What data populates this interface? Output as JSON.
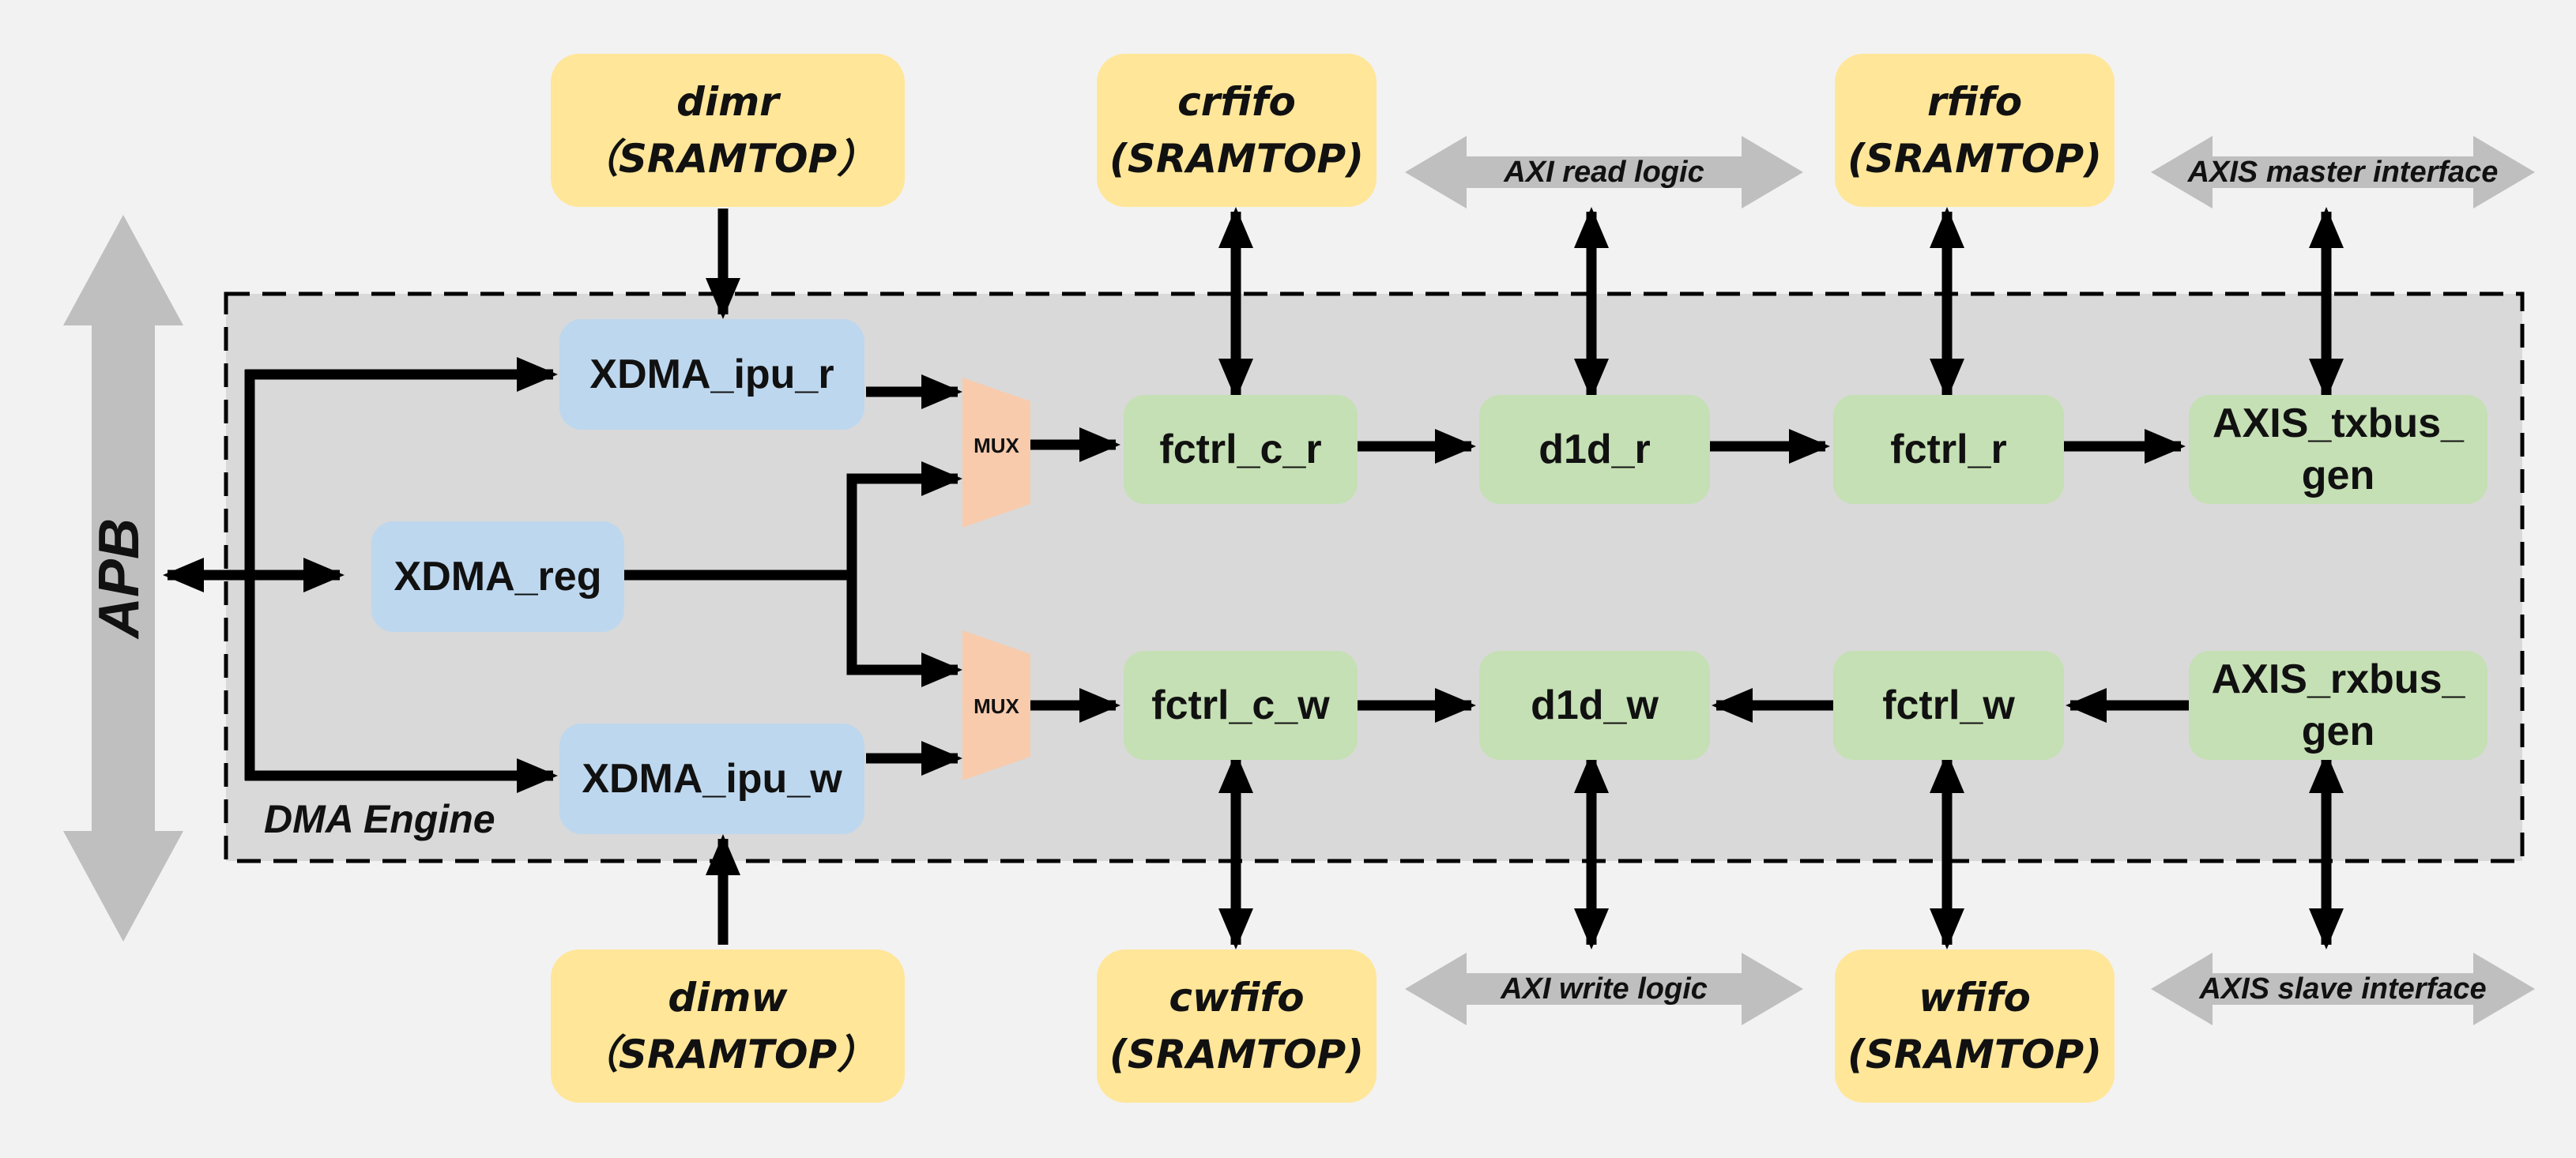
{
  "diagram": {
    "group_label": "DMA Engine",
    "apb_label": "APB",
    "mux_label": "MUX",
    "memories": {
      "dimr": {
        "name": "dimr",
        "sub": "（SRAMTOP）"
      },
      "dimw": {
        "name": "dimw",
        "sub": "（SRAMTOP）"
      },
      "crfifo": {
        "name": "crfifo",
        "sub": "(SRAMTOP)"
      },
      "cwfifo": {
        "name": "cwfifo",
        "sub": "(SRAMTOP)"
      },
      "rfifo": {
        "name": "rfifo",
        "sub": "(SRAMTOP)"
      },
      "wfifo": {
        "name": "wfifo",
        "sub": "(SRAMTOP)"
      }
    },
    "modules": {
      "xdma_ipu_r": "XDMA_ipu_r",
      "xdma_reg": "XDMA_reg",
      "xdma_ipu_w": "XDMA_ipu_w",
      "fctrl_c_r": "fctrl_c_r",
      "fctrl_c_w": "fctrl_c_w",
      "d1d_r": "d1d_r",
      "d1d_w": "d1d_w",
      "fctrl_r": "fctrl_r",
      "fctrl_w": "fctrl_w",
      "axis_txbus_line1": "AXIS_txbus_",
      "axis_txbus_line2": "gen",
      "axis_rxbus_line1": "AXIS_rxbus_",
      "axis_rxbus_line2": "gen"
    },
    "interfaces": {
      "axi_read": "AXI read logic",
      "axi_write": "AXI write logic",
      "axis_master": "AXIS master interface",
      "axis_slave": "AXIS slave interface"
    },
    "colors": {
      "memory_fill": "#FFE699",
      "module_blue": "#BDD7EE",
      "module_green": "#C5E0B4",
      "mux_fill": "#F8CBAD",
      "engine_fill": "#D9D9D9",
      "interface_arrow": "#BFBFBF"
    }
  }
}
